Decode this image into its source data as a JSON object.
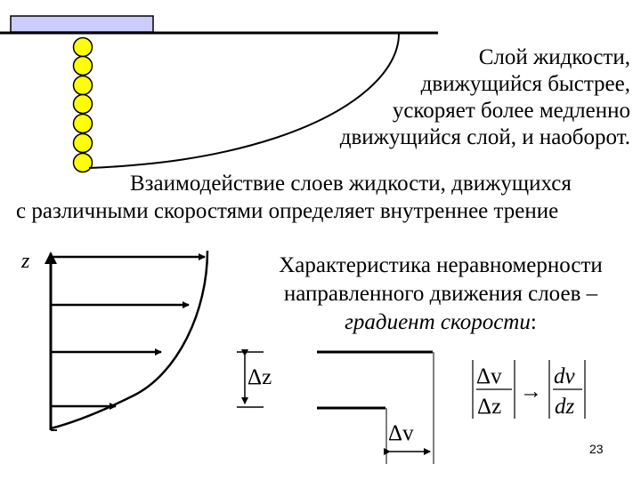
{
  "slide": {
    "top_text_lines": [
      "Слой жидкости,",
      "движущийся быстрее,",
      "ускоряет более медленно",
      "движущийся слой, и наоборот."
    ],
    "middle_text_lines": [
      "Взаимодействие слоев жидкости, движущихся",
      "с различными скоростями определяет внутреннее трение"
    ],
    "right_text_lines": [
      "Характеристика неравномерности",
      "направленного движения слоев –"
    ],
    "gradient_label": "градиент скорости",
    "gradient_suffix": ":",
    "axis_label": "z",
    "delta_z_label": "Δz",
    "delta_v_label": "Δv",
    "formula": {
      "lhs_num": "Δv",
      "lhs_den": "Δz",
      "arrow": "→",
      "rhs_num": "dv",
      "rhs_den": "dz"
    },
    "page_number": "23",
    "colors": {
      "plate_fill": "#ccccff",
      "ball_fill": "#ffff00",
      "stroke": "#000000"
    }
  }
}
